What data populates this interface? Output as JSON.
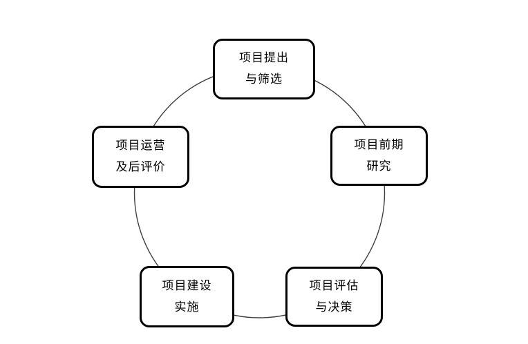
{
  "diagram": {
    "type": "cycle",
    "background_color": "#ffffff",
    "circle_color": "#3f3f3f",
    "box_border_color": "#000000",
    "box_fill_color": "#ffffff",
    "text_color": "#000000",
    "nodes": [
      {
        "id": "project-proposal-screening",
        "position": "top",
        "line1": "项目提出",
        "line2": "与筛选"
      },
      {
        "id": "preliminary-research",
        "position": "right",
        "line1": "项目前期",
        "line2": "研究"
      },
      {
        "id": "evaluation-decision",
        "position": "bottom-right",
        "line1": "项目评估",
        "line2": "与决策"
      },
      {
        "id": "construction-implementation",
        "position": "bottom-left",
        "line1": "项目建设",
        "line2": "实施"
      },
      {
        "id": "operation-post-evaluation",
        "position": "left",
        "line1": "项目运营",
        "line2": "及后评价"
      }
    ]
  }
}
